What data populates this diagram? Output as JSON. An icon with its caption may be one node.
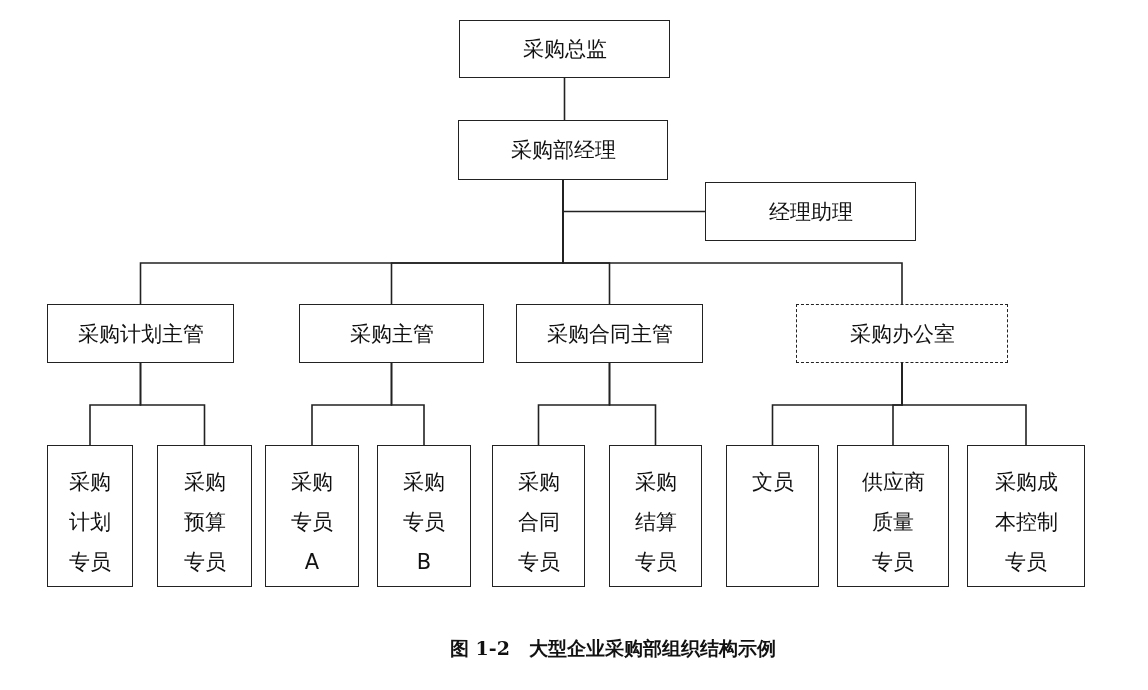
{
  "diagram": {
    "caption": "图 1-2　大型企业采购部组织结构示例",
    "nodes": [
      {
        "text": [
          "采购总监"
        ]
      },
      {
        "text": [
          "采购部经理"
        ]
      },
      {
        "text": [
          "经理助理"
        ]
      },
      {
        "text": [
          "采购计划主管"
        ]
      },
      {
        "text": [
          "采购主管"
        ]
      },
      {
        "text": [
          "采购合同主管"
        ]
      },
      {
        "text": [
          "采购办公室"
        ]
      },
      {
        "text": [
          "采购计划专员"
        ]
      },
      {
        "text": [
          "采购预算专员"
        ]
      },
      {
        "text": [
          "采购专员A"
        ]
      },
      {
        "text": [
          "采购专员B"
        ]
      },
      {
        "text": [
          "采购合同专员"
        ]
      },
      {
        "text": [
          "采购结算专员"
        ]
      },
      {
        "text": [
          "文员"
        ]
      },
      {
        "text": [
          "供应商质量专员"
        ]
      },
      {
        "text": [
          "采购成本控制专员"
        ]
      }
    ],
    "edges": [
      {
        "from": 0,
        "to": 1,
        "arrow": "none"
      },
      {
        "from": 1,
        "to": 2,
        "arrow": "none"
      },
      {
        "from": 1,
        "to": 3,
        "arrow": "none"
      },
      {
        "from": 1,
        "to": 4,
        "arrow": "none"
      },
      {
        "from": 1,
        "to": 5,
        "arrow": "none"
      },
      {
        "from": 1,
        "to": 6,
        "arrow": "none"
      },
      {
        "from": 3,
        "to": 7,
        "arrow": "none"
      },
      {
        "from": 3,
        "to": 8,
        "arrow": "none"
      },
      {
        "from": 4,
        "to": 9,
        "arrow": "none"
      },
      {
        "from": 4,
        "to": 10,
        "arrow": "none"
      },
      {
        "from": 5,
        "to": 11,
        "arrow": "none"
      },
      {
        "from": 5,
        "to": 12,
        "arrow": "none"
      },
      {
        "from": 6,
        "to": 13,
        "arrow": "none"
      },
      {
        "from": 6,
        "to": 14,
        "arrow": "none"
      },
      {
        "from": 6,
        "to": 15,
        "arrow": "none"
      }
    ]
  }
}
